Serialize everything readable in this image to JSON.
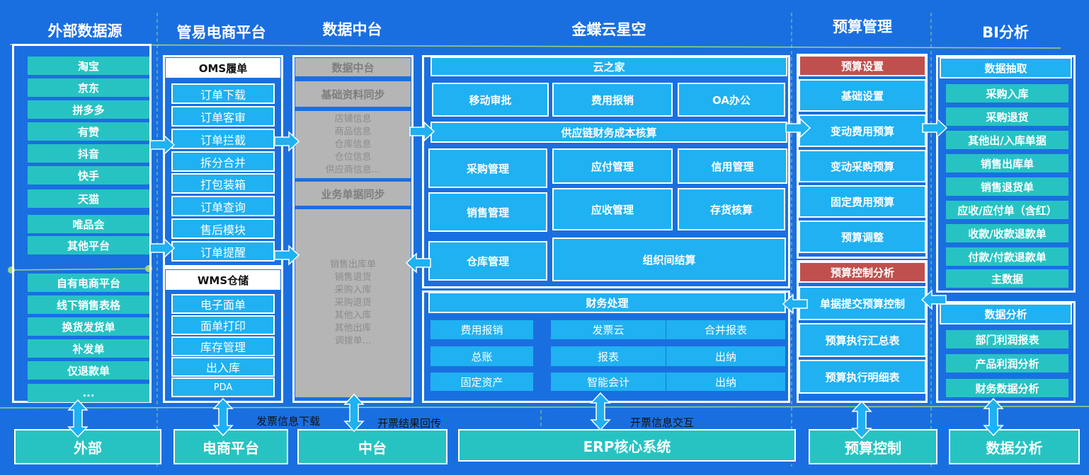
{
  "headers": {
    "external": "外部数据源",
    "ecommerce": "管易电商平台",
    "datacenter": "数据中台",
    "kingdee": "金蝶云星空",
    "budget": "预算管理",
    "bi": "BI分析"
  },
  "external": {
    "items": [
      "淘宝",
      "京东",
      "拼多多",
      "有赞",
      "抖音",
      "快手",
      "天猫",
      "唯品会",
      "其他平台"
    ],
    "items2": [
      "自有电商平台",
      "线下销售表格",
      "换货发货单",
      "补发单",
      "仅退款单",
      "..."
    ]
  },
  "oms": {
    "title": "OMS履单",
    "items": [
      "订单下载",
      "订单客审",
      "订单拦截",
      "拆分合并",
      "打包装箱",
      "订单查询",
      "售后模块",
      "订单提醒"
    ]
  },
  "wms": {
    "title": "WMS仓储",
    "items": [
      "电子面单",
      "面单打印",
      "库存管理",
      "出入库",
      "PDA"
    ]
  },
  "datahub": {
    "title": "数据中台",
    "base_title": "基础资料同步",
    "base_items": [
      "店铺信息",
      "商品信息",
      "仓库信息",
      "仓位信息",
      "供应商信息..."
    ],
    "biz_title": "业务单据同步",
    "biz_items": [
      "销售出库单",
      "销售退货",
      "采购入库",
      "采购退货",
      "其他入库",
      "其他出库",
      "调拨单..."
    ]
  },
  "kingdee": {
    "cloud_home": "云之家",
    "cloud_items": [
      "移动审批",
      "费用报销",
      "OA办公"
    ],
    "supply_chain": "供应链财务成本核算",
    "sc_items": [
      "采购管理",
      "应付管理",
      "信用管理",
      "销售管理",
      "应收管理",
      "存货核算",
      "仓库管理",
      "组织间结算"
    ],
    "finance": "财务处理",
    "fin_items": [
      "费用报销",
      "发票云",
      "合并报表",
      "总账",
      "报表",
      "出纳",
      "固定资产",
      "智能会计",
      "出纳"
    ]
  },
  "budget": {
    "setup_title": "预算设置",
    "setup_items": [
      "基础设置",
      "变动费用预算",
      "变动采购预算",
      "固定费用预算",
      "预算调整"
    ],
    "control_title": "预算控制分析",
    "control_items": [
      "单据提交预算控制",
      "预算执行汇总表",
      "预算执行明细表"
    ]
  },
  "bi": {
    "extract_title": "数据抽取",
    "extract_items": [
      "采购入库",
      "采购退货",
      "其他出/入库单据",
      "销售出库单",
      "销售退货单",
      "应收/应付单（含红）",
      "收款/收款退款单",
      "付款/付款退款单",
      "主数据"
    ],
    "analysis_title": "数据分析",
    "analysis_items": [
      "部门利润报表",
      "产品利润分析",
      "财务数据分析"
    ]
  },
  "notes": {
    "invoice_download": "发票信息下载",
    "invoice_result": "开票结果回传",
    "invoice_exchange": "开票信息交互"
  },
  "bottom": [
    "外部",
    "电商平台",
    "中台",
    "ERP核心系统",
    "预算控制",
    "数据分析"
  ],
  "colors": {
    "background": "#1a6fe0",
    "teal": "#27c3c3",
    "cyan": "#1fb1f2",
    "gray": "#b5b5b5",
    "red": "#c0504d",
    "line": "#9fd37a"
  }
}
